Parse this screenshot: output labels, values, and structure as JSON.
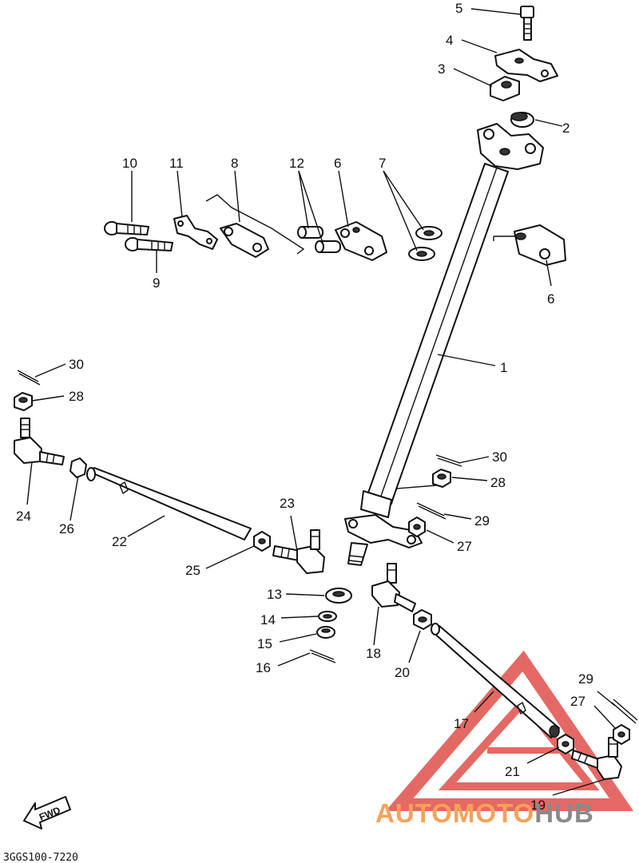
{
  "callouts": [
    {
      "id": "5",
      "text": "5"
    },
    {
      "id": "4",
      "text": "4"
    },
    {
      "id": "3",
      "text": "3"
    },
    {
      "id": "2",
      "text": "2"
    },
    {
      "id": "10",
      "text": "10"
    },
    {
      "id": "11",
      "text": "11"
    },
    {
      "id": "8",
      "text": "8"
    },
    {
      "id": "12",
      "text": "12"
    },
    {
      "id": "6a",
      "text": "6"
    },
    {
      "id": "7",
      "text": "7"
    },
    {
      "id": "9",
      "text": "9"
    },
    {
      "id": "6b",
      "text": "6"
    },
    {
      "id": "1",
      "text": "1"
    },
    {
      "id": "30a",
      "text": "30"
    },
    {
      "id": "28a",
      "text": "28"
    },
    {
      "id": "24",
      "text": "24"
    },
    {
      "id": "26",
      "text": "26"
    },
    {
      "id": "22",
      "text": "22"
    },
    {
      "id": "23",
      "text": "23"
    },
    {
      "id": "25",
      "text": "25"
    },
    {
      "id": "30b",
      "text": "30"
    },
    {
      "id": "28b",
      "text": "28"
    },
    {
      "id": "29a",
      "text": "29"
    },
    {
      "id": "27a",
      "text": "27"
    },
    {
      "id": "13",
      "text": "13"
    },
    {
      "id": "14",
      "text": "14"
    },
    {
      "id": "15",
      "text": "15"
    },
    {
      "id": "16",
      "text": "16"
    },
    {
      "id": "18",
      "text": "18"
    },
    {
      "id": "20",
      "text": "20"
    },
    {
      "id": "17",
      "text": "17"
    },
    {
      "id": "29b",
      "text": "29"
    },
    {
      "id": "27b",
      "text": "27"
    },
    {
      "id": "21",
      "text": "21"
    },
    {
      "id": "19",
      "text": "19"
    }
  ],
  "diagram_code": "3GGS100-7220",
  "fwd_label": "FWD",
  "watermark": {
    "part1": "AUTOMOTO",
    "part2": "HUB",
    "color1": "#f5a25a",
    "color2": "#8a8a8a",
    "logo_color": "#e0504a"
  }
}
